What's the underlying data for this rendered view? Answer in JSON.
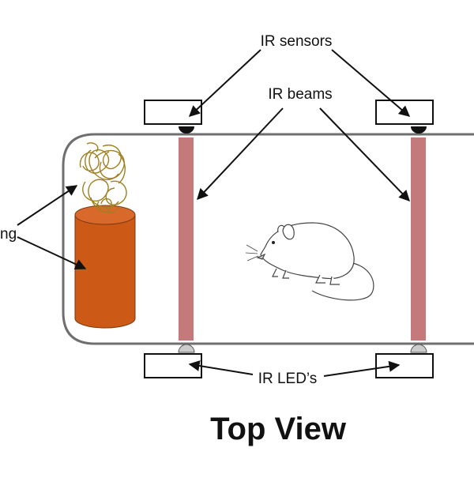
{
  "labels": {
    "ir_sensors": "IR sensors",
    "ir_beams": "IR beams",
    "ir_leds": "IR LED’s",
    "nesting_partial": "ng",
    "title": "Top View"
  },
  "colors": {
    "cage_stroke": "#6f6f6f",
    "beam": "#c47a7a",
    "tube": "#cc5a16",
    "nesting": "#a08020",
    "sensor": "#111111",
    "led": "#cccccc"
  }
}
